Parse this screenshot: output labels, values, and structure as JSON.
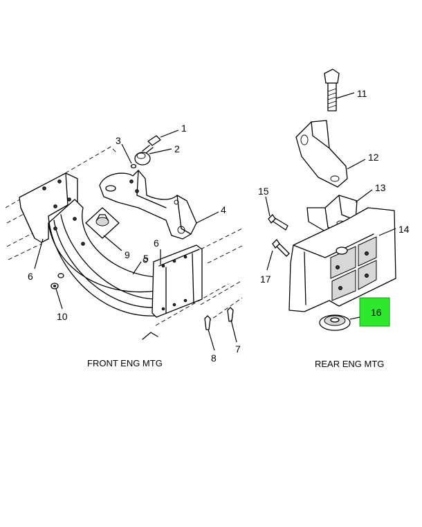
{
  "captions": {
    "front": "FRONT ENG MTG",
    "rear": "REAR ENG MTG"
  },
  "callouts": {
    "c1": "1",
    "c2": "2",
    "c3": "3",
    "c4": "4",
    "c5": "5",
    "c6a": "6",
    "c6b": "6",
    "c7": "7",
    "c8": "8",
    "c9": "9",
    "c10": "10",
    "c11": "11",
    "c12": "12",
    "c13": "13",
    "c14": "14",
    "c15": "15",
    "c16": "16",
    "c17": "17"
  },
  "highlight": {
    "part": "16",
    "color": "#2ee82e"
  }
}
